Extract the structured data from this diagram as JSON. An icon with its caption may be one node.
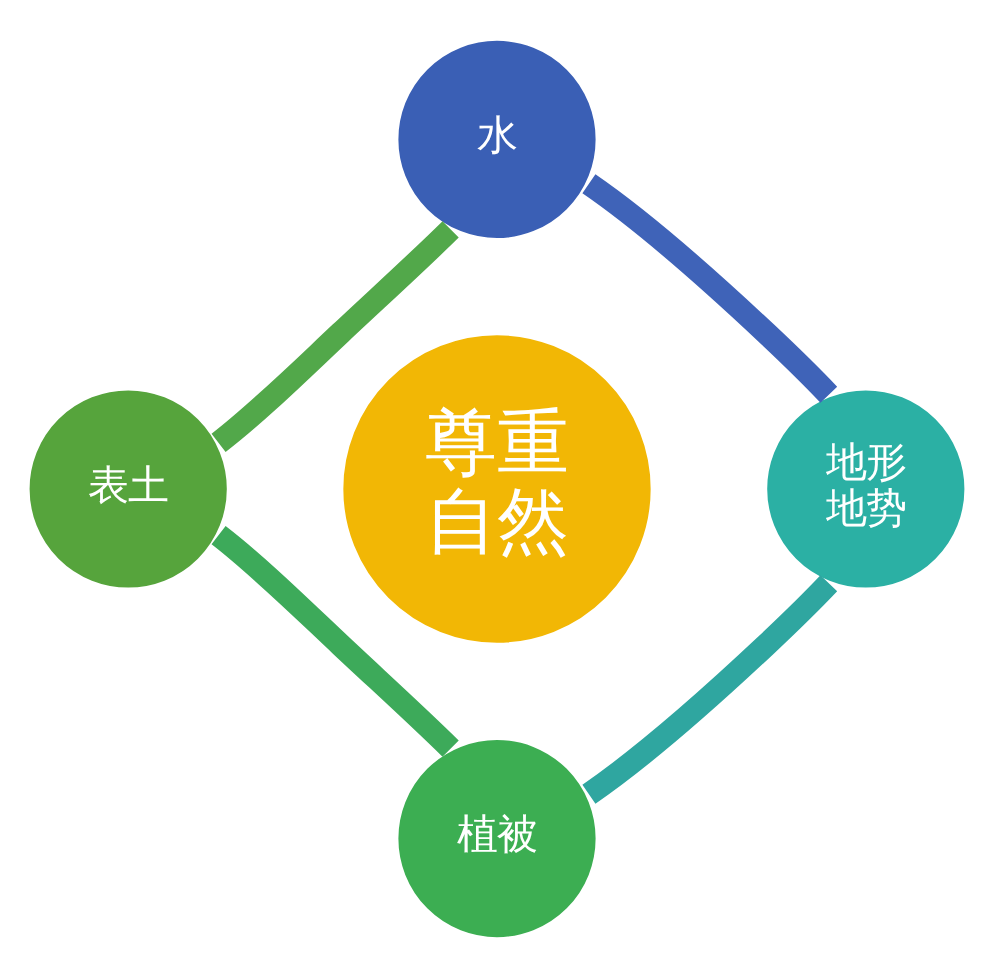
{
  "diagram": {
    "nodes": [
      {
        "text": [
          "水"
        ]
      },
      {
        "text": [
          "表土"
        ]
      },
      {
        "text": [
          "尊重自然"
        ]
      },
      {
        "text": [
          "地形地势"
        ]
      },
      {
        "text": [
          "植被"
        ]
      }
    ],
    "edges": [
      {
        "from": 0,
        "to": 3,
        "arrow": "none",
        "color": "#3f63b8"
      },
      {
        "from": 3,
        "to": 4,
        "arrow": "none",
        "color": "#2fa6a0"
      },
      {
        "from": 4,
        "to": 1,
        "arrow": "none",
        "color": "#3daa5a"
      },
      {
        "from": 1,
        "to": 0,
        "arrow": "none",
        "color": "#52a84a"
      }
    ]
  }
}
